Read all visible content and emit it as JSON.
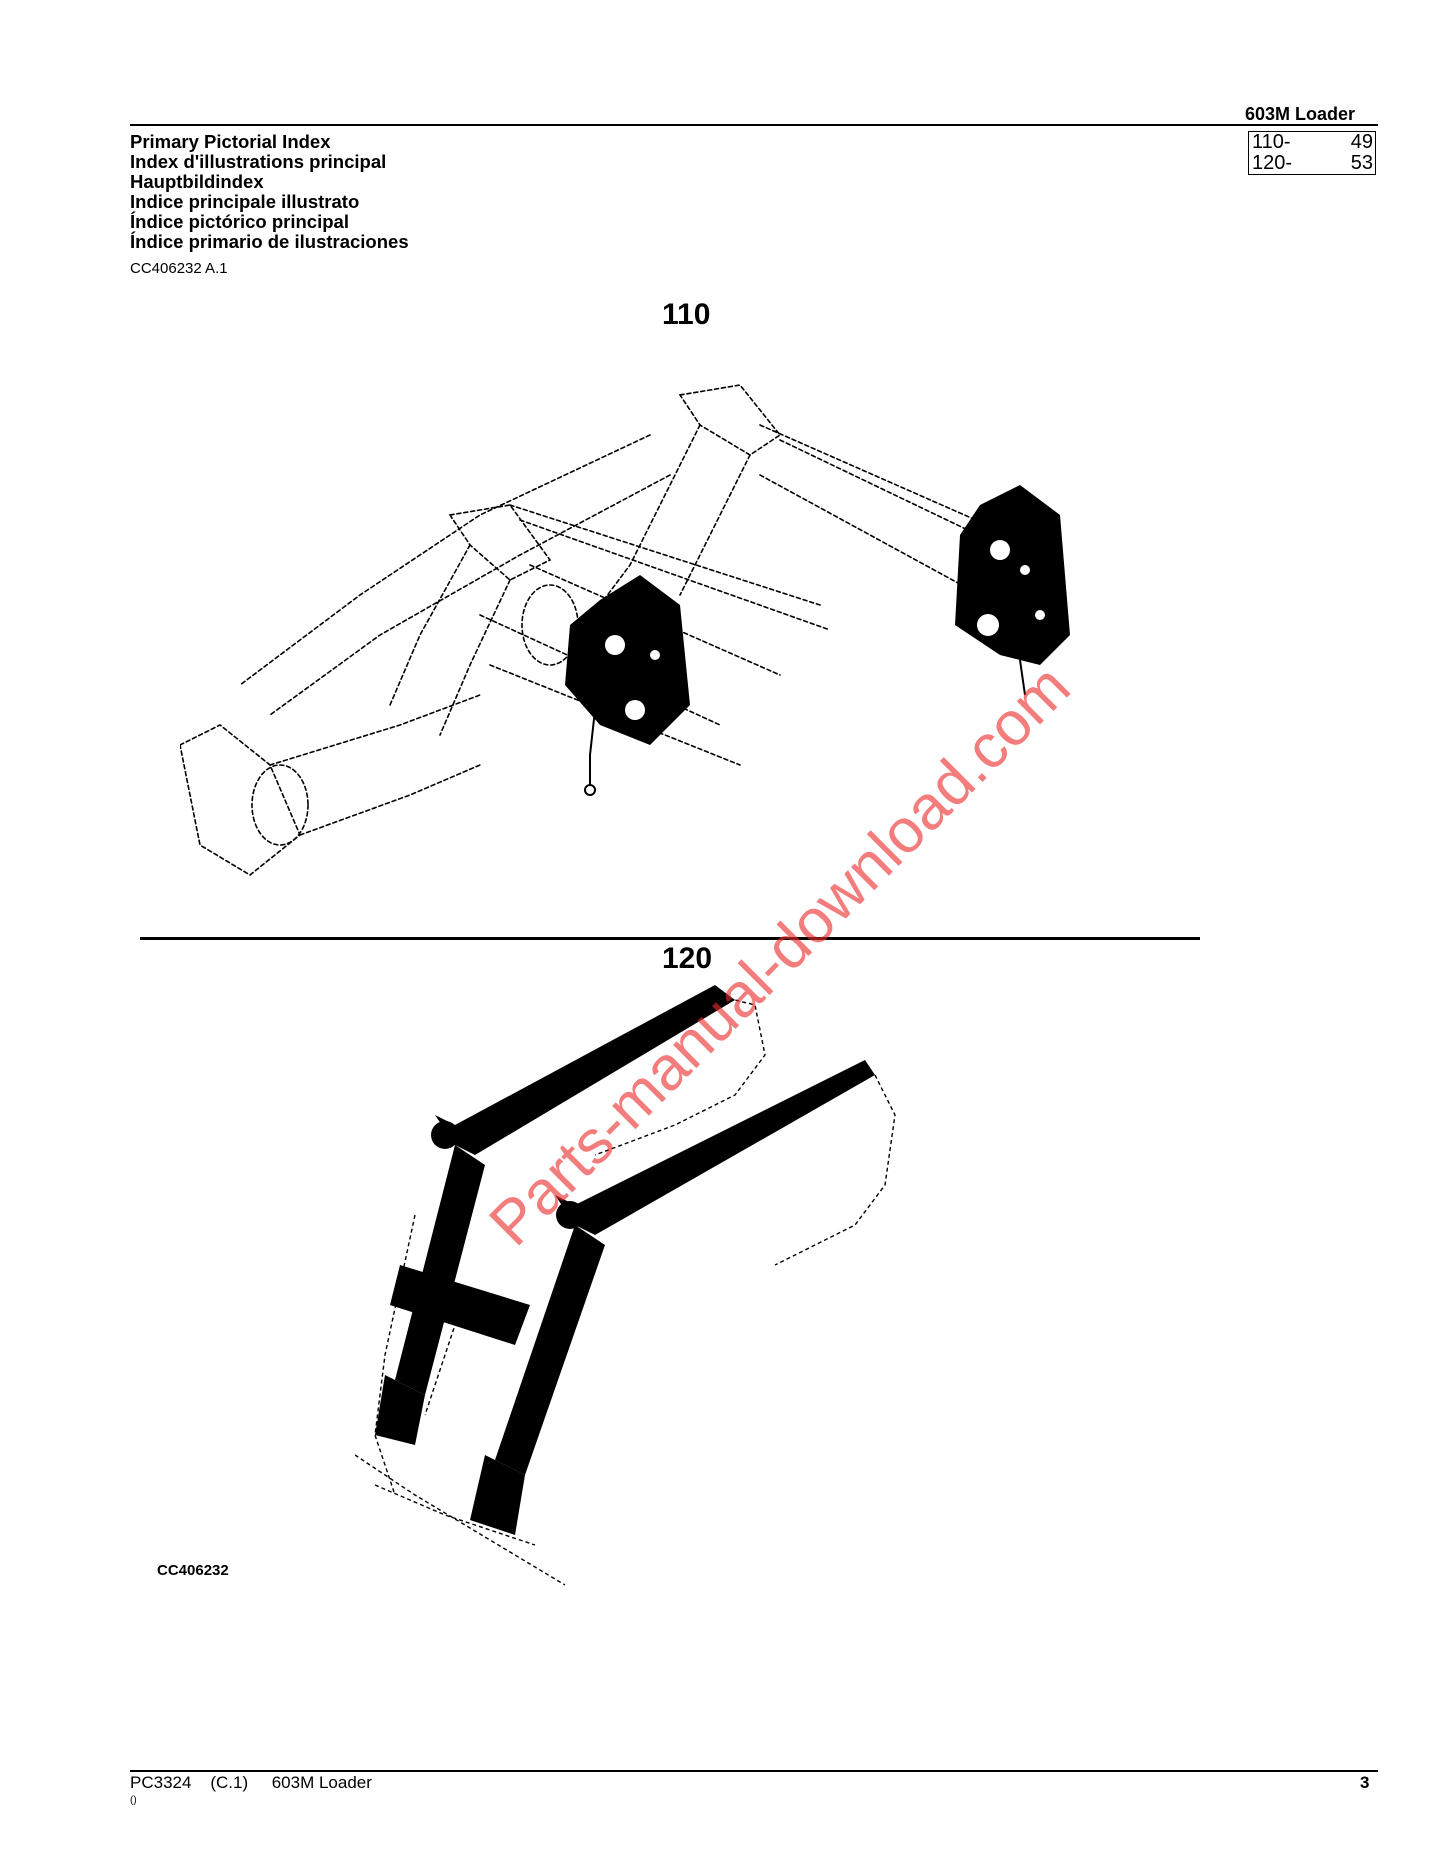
{
  "header": {
    "product_title": "603M  Loader",
    "titles": [
      "Primary Pictorial Index",
      "Index d'illustrations principal",
      "Hauptbildindex",
      "Indice principale illustrato",
      "Índice pictórico principal",
      "Índice primario de ilustraciones"
    ],
    "figure_ref": "CC406232 A.1"
  },
  "index_table": [
    {
      "section": "110-",
      "page": "49"
    },
    {
      "section": "120-",
      "page": "53"
    }
  ],
  "sections": [
    {
      "label": "110"
    },
    {
      "label": "120"
    }
  ],
  "illustration_id": "CC406232",
  "footer": {
    "text": "PC3324    (C.1)     603M Loader",
    "subtext": "()",
    "page_number": "3"
  },
  "watermark": "Parts-manual-download.com",
  "colors": {
    "watermark": "#ec2d2d",
    "ink": "#000000"
  }
}
